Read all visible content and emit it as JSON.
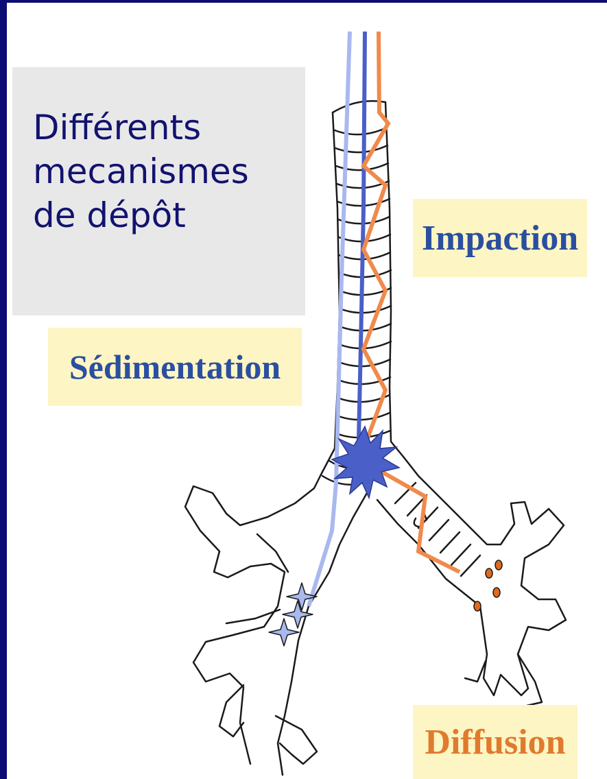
{
  "title": "Différents\nmecanismes\nde dépôt",
  "labels": {
    "impaction": "Impaction",
    "sedimentation": "Sédimentation",
    "diffusion": "Diffusion"
  },
  "colors": {
    "background": "#0c0c74",
    "title_text": "#121270",
    "label_blue": "#2b4fa0",
    "label_orange": "#e07a2e",
    "label_background": "#fdf5c3",
    "impaction_path": "#f08a4b",
    "trachea_line": "#4a5fc8",
    "sedimentation_path": "#a9b8ee",
    "impact_star": "#4a5fc8",
    "diffusion_particle": "#e06a20"
  }
}
